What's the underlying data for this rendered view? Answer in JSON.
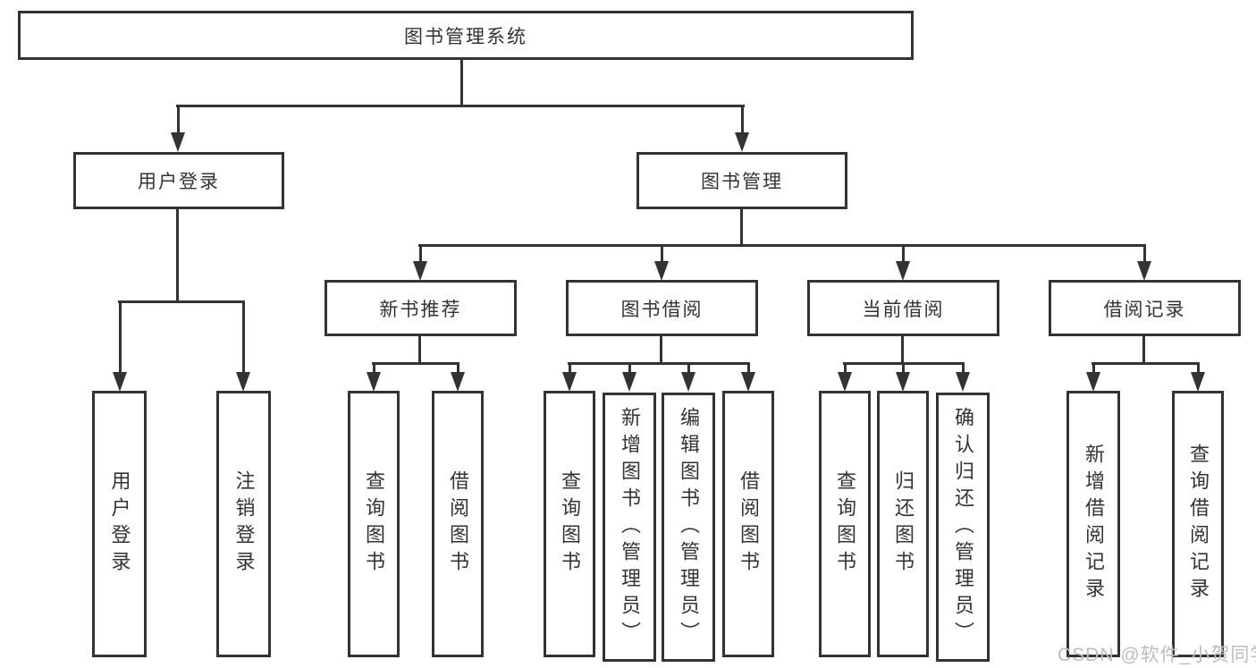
{
  "diagram": {
    "title": "图书管理系统",
    "watermark": "CSDN @软件_小贺同学",
    "colors": {
      "line": "#333333",
      "text": "#333333",
      "background": "#ffffff",
      "watermark": "#bdbdbd"
    },
    "root": {
      "label": "图书管理系统"
    },
    "branches": [
      {
        "label": "用户登录",
        "leaves": [
          "用户登录",
          "注销登录"
        ]
      },
      {
        "label": "图书管理",
        "groups": [
          {
            "label": "新书推荐",
            "leaves": [
              "查询图书",
              "借阅图书"
            ]
          },
          {
            "label": "图书借阅",
            "leaves": [
              "查询图书",
              "新增图书（管理员）",
              "编辑图书（管理员）",
              "借阅图书"
            ]
          },
          {
            "label": "当前借阅",
            "leaves": [
              "查询图书",
              "归还图书",
              "确认归还（管理员）"
            ]
          },
          {
            "label": "借阅记录",
            "leaves": [
              "新增借阅记录",
              "查询借阅记录"
            ]
          }
        ]
      }
    ]
  }
}
